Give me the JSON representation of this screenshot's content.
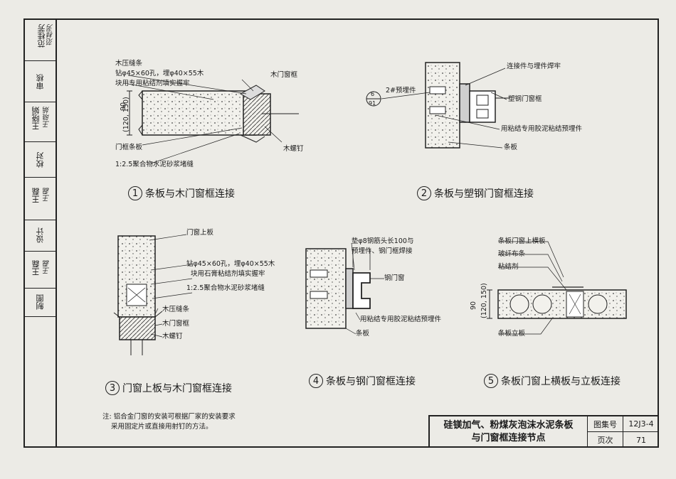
{
  "sidebar": [
    {
      "role": "",
      "name": "范桂芳",
      "sign": "范桂芳"
    },
    {
      "role": "审核",
      "name": "",
      "sign": ""
    },
    {
      "role": "",
      "name": "王晓娟",
      "sign": "王晓娟"
    },
    {
      "role": "校对",
      "name": "",
      "sign": ""
    },
    {
      "role": "",
      "name": "王磊",
      "sign": "王磊"
    },
    {
      "role": "设计",
      "name": "",
      "sign": ""
    },
    {
      "role": "",
      "name": "王磊",
      "sign": "王磊"
    },
    {
      "role": "制图",
      "name": "",
      "sign": ""
    }
  ],
  "details": [
    {
      "num": "1",
      "title": "条板与木门窗框连接"
    },
    {
      "num": "2",
      "title": "条板与塑钢门窗框连接"
    },
    {
      "num": "3",
      "title": "门窗上板与木门窗框连接"
    },
    {
      "num": "4",
      "title": "条板与钢门窗框连接"
    },
    {
      "num": "5",
      "title": "条板门窗上横板与立板连接"
    }
  ],
  "labels": {
    "d1": [
      "木压缝条",
      "钻φ45×60孔，埋φ40×55木",
      "块用专用粘结剂填实握牢",
      "木门窗框",
      "门框条板",
      "1:2.5聚合物水泥砂浆堵缝",
      "木螺钉",
      "90",
      "(120, 150)"
    ],
    "d2": [
      "连接件与埋件焊牢",
      "2#预埋件",
      "6",
      "91",
      "塑钢门窗框",
      "用粘结专用胶泥粘结预埋件",
      "条板"
    ],
    "d3": [
      "门窗上板",
      "钻φ45×60孔，埋φ40×55木",
      "块用石膏粘结剂填实握牢",
      "1:2.5聚合物水泥砂浆堵缝",
      "木压缝条",
      "木门窗框",
      "木螺钉"
    ],
    "d4": [
      "垫φ8钢筋头长100与",
      "预埋件、钢门框焊接",
      "钢门窗",
      "用粘结专用胶泥粘结预埋件",
      "条板"
    ],
    "d5": [
      "条板门窗上横板",
      "玻纤布条",
      "粘结剂",
      "90",
      "(120, 150)",
      "条板立板"
    ]
  },
  "note": [
    "注: 铝合金门窗的安装可根据厂家的安装要求",
    "采用固定片或直接用射钉的方法。"
  ],
  "title_block": {
    "title_line1": "硅镁加气、粉煤灰泡沫水泥条板",
    "title_line2": "与门窗框连接节点",
    "atlas_label": "图集号",
    "atlas_value": "12J3-4",
    "page_label": "页次",
    "page_value": "71"
  }
}
